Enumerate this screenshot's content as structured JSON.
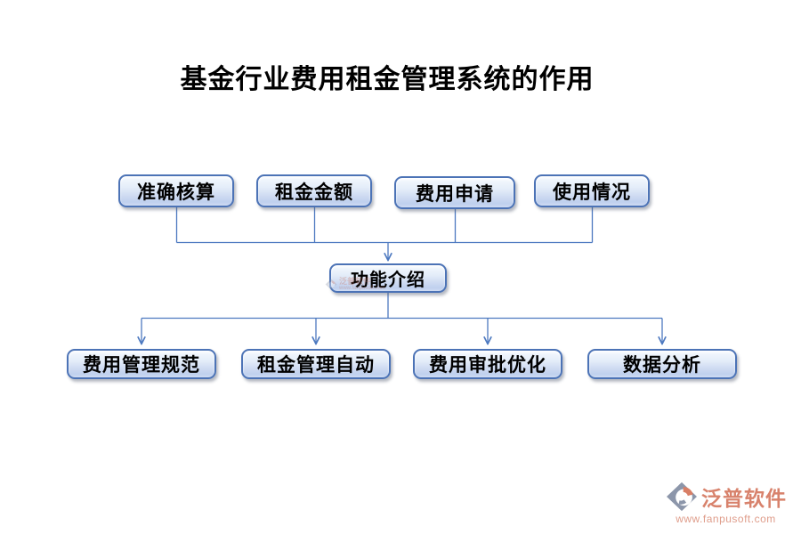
{
  "title": "基金行业费用租金管理系统的作用",
  "diagram": {
    "top_nodes": [
      {
        "label": "准确核算"
      },
      {
        "label": "租金金额"
      },
      {
        "label": "费用申请"
      },
      {
        "label": "使用情况"
      }
    ],
    "center_node": {
      "label": "功能介绍"
    },
    "bottom_nodes": [
      {
        "label": "费用管理规范"
      },
      {
        "label": "租金管理自动"
      },
      {
        "label": "费用审批优化"
      },
      {
        "label": "数据分析"
      }
    ]
  },
  "watermark": {
    "name": "泛普软件",
    "url": "www.fanpusoft.com"
  },
  "branding": {
    "name": "泛普软件",
    "url": "www.fanpusoft.com"
  },
  "colors": {
    "node_border": "#4c73b6",
    "node_fill_top": "#f5f9fe",
    "node_fill_bottom": "#bfd0ee",
    "connector": "#4d79c0",
    "title_text": "#000000",
    "brand_text": "#d8826c",
    "brand_url": "#df9d8b"
  }
}
